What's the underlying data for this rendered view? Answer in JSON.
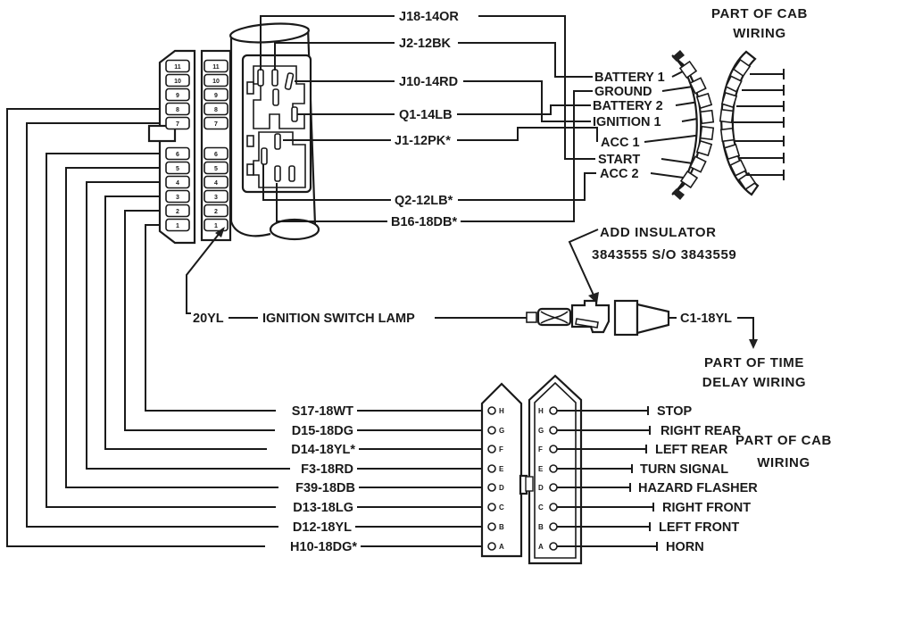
{
  "diagram_title": "ignition-switch-and-steering-column-wiring",
  "colors": {
    "ink": "#1a1a1a",
    "background": "#ffffff"
  },
  "cab_wiring_top": {
    "line1": "PART OF CAB",
    "line2": "WIRING"
  },
  "cab_wiring_bottom": {
    "line1": "PART OF CAB",
    "line2": "WIRING"
  },
  "time_delay": {
    "line1": "PART OF TIME",
    "line2": "DELAY WIRING"
  },
  "insulator_note": {
    "line1": "ADD INSULATOR",
    "line2": "3843555 S/O 3843559"
  },
  "lamp": {
    "wire": "20YL",
    "label": "IGNITION SWITCH LAMP",
    "lead": "C1-18YL"
  },
  "column_wires": [
    "J18-14OR",
    "J2-12BK",
    "J10-14RD",
    "Q1-14LB",
    "J1-12PK*",
    "Q2-12LB*",
    "B16-18DB*"
  ],
  "switch_terminals": [
    "BATTERY 1",
    "GROUND",
    "BATTERY 2",
    "IGNITION 1",
    "ACC 1",
    "START",
    "ACC 2"
  ],
  "harness_wires": [
    "S17-18WT",
    "D15-18DG",
    "D14-18YL*",
    "F3-18RD",
    "F39-18DB",
    "D13-18LG",
    "D12-18YL",
    "H10-18DG*"
  ],
  "circuit_labels": [
    "STOP",
    "RIGHT REAR",
    "LEFT REAR",
    "TURN SIGNAL",
    "HAZARD FLASHER",
    "RIGHT FRONT",
    "LEFT FRONT",
    "HORN"
  ],
  "connector_pins": [
    "H",
    "G",
    "F",
    "E",
    "D",
    "C",
    "B",
    "A"
  ],
  "bulkhead_pins_upper": [
    "11",
    "10",
    "9",
    "8",
    "7"
  ],
  "bulkhead_pins_lower": [
    "6",
    "5",
    "4",
    "3",
    "2",
    "1"
  ]
}
